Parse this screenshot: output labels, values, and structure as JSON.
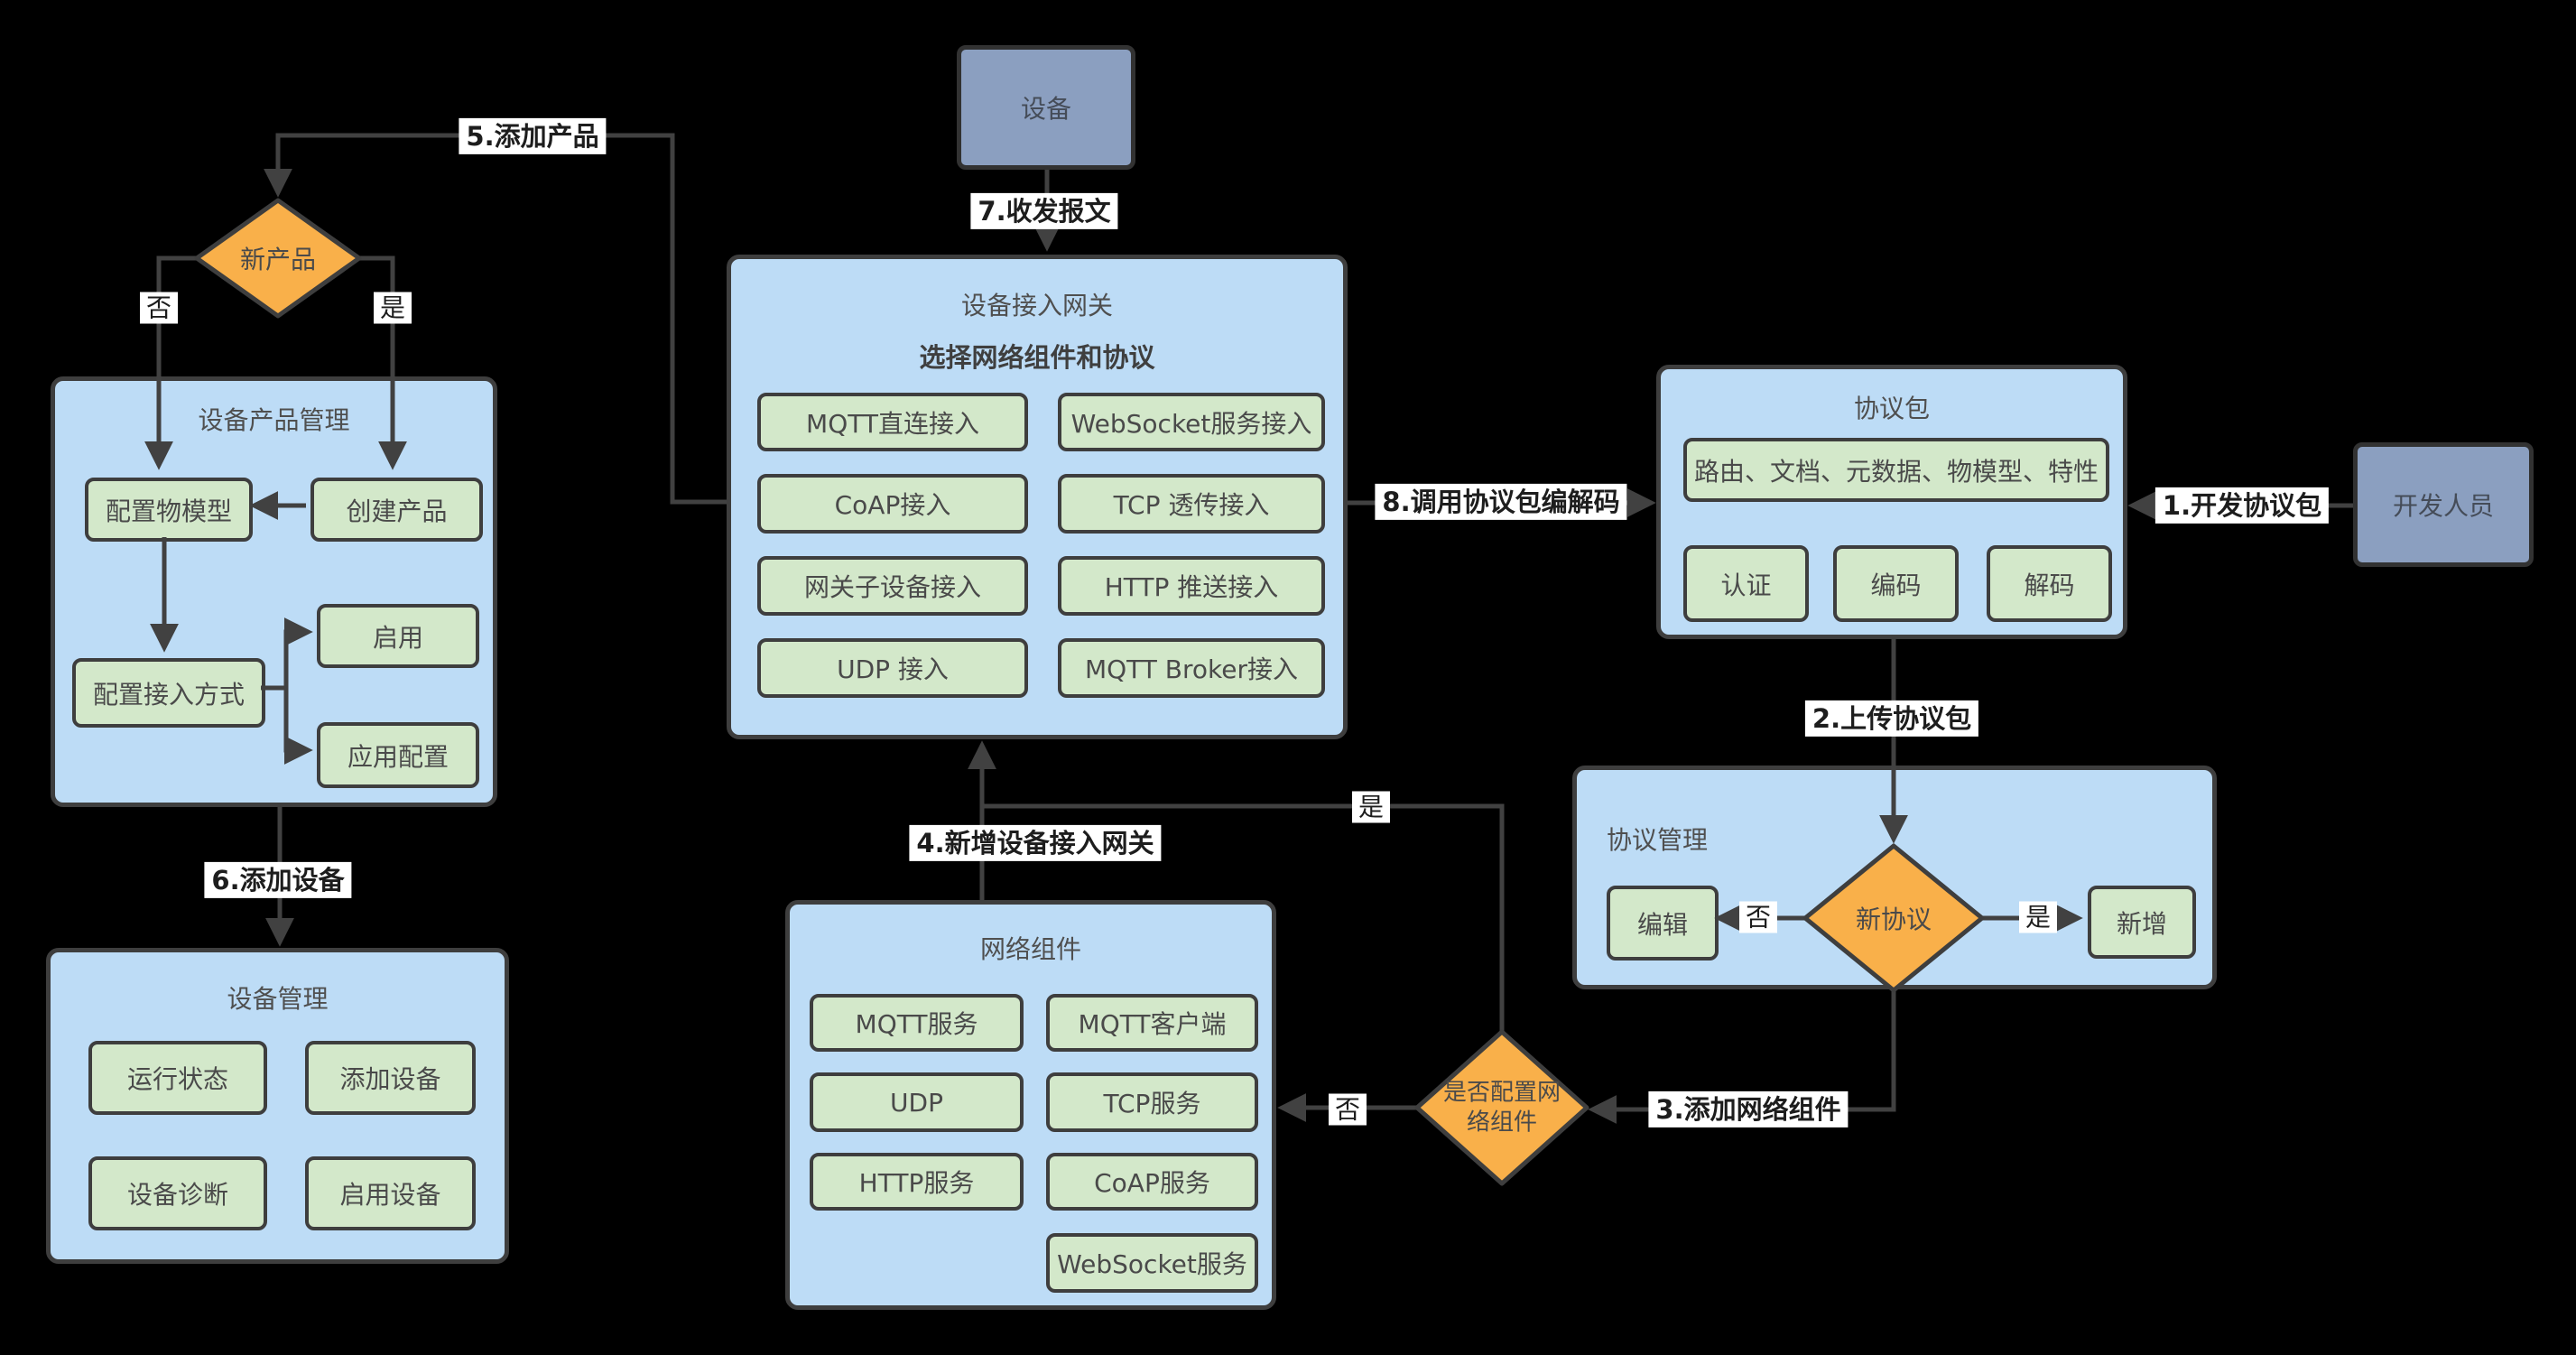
{
  "colors": {
    "background": "#000000",
    "container_fill": "#bddcf6",
    "button_fill": "#d3e8ca",
    "diamond_fill": "#f9b04a",
    "actor_fill": "#8b9fc0",
    "shape_border": "#3e3e3e",
    "line": "#414141",
    "label_bg": "#ffffff"
  },
  "nodes": {
    "device": "设备",
    "developer": "开发人员"
  },
  "decisions": {
    "new_product": "新产品",
    "new_protocol": "新协议",
    "config_network": "是否配置网络组件"
  },
  "containers": {
    "gateway": {
      "title": "设备接入网关",
      "subtitle": "选择网络组件和协议",
      "buttons": [
        "MQTT直连接入",
        "WebSocket服务接入",
        "CoAP接入",
        "TCP 透传接入",
        "网关子设备接入",
        "HTTP 推送接入",
        "UDP 接入",
        "MQTT Broker接入"
      ]
    },
    "product_mgmt": {
      "title": "设备产品管理",
      "buttons": [
        "配置物模型",
        "创建产品",
        "配置接入方式",
        "启用",
        "应用配置"
      ]
    },
    "protocol_pkg": {
      "title": "协议包",
      "buttons": [
        "路由、文档、元数据、物模型、特性",
        "认证",
        "编码",
        "解码"
      ]
    },
    "protocol_mgmt": {
      "title": "协议管理",
      "buttons": [
        "编辑",
        "新增"
      ]
    },
    "network": {
      "title": "网络组件",
      "buttons": [
        "MQTT服务",
        "MQTT客户端",
        "UDP",
        "TCP服务",
        "HTTP服务",
        "CoAP服务",
        "WebSocket服务"
      ]
    },
    "device_mgmt": {
      "title": "设备管理",
      "buttons": [
        "运行状态",
        "添加设备",
        "设备诊断",
        "启用设备"
      ]
    }
  },
  "edge_labels": {
    "step1": "1.开发协议包",
    "step2": "2.上传协议包",
    "step3": "3.添加网络组件",
    "step4": "4.新增设备接入网关",
    "step5": "5.添加产品",
    "step6": "6.添加设备",
    "step7": "7.收发报文",
    "step8": "8.调用协议包编解码",
    "yes": "是",
    "no": "否"
  }
}
